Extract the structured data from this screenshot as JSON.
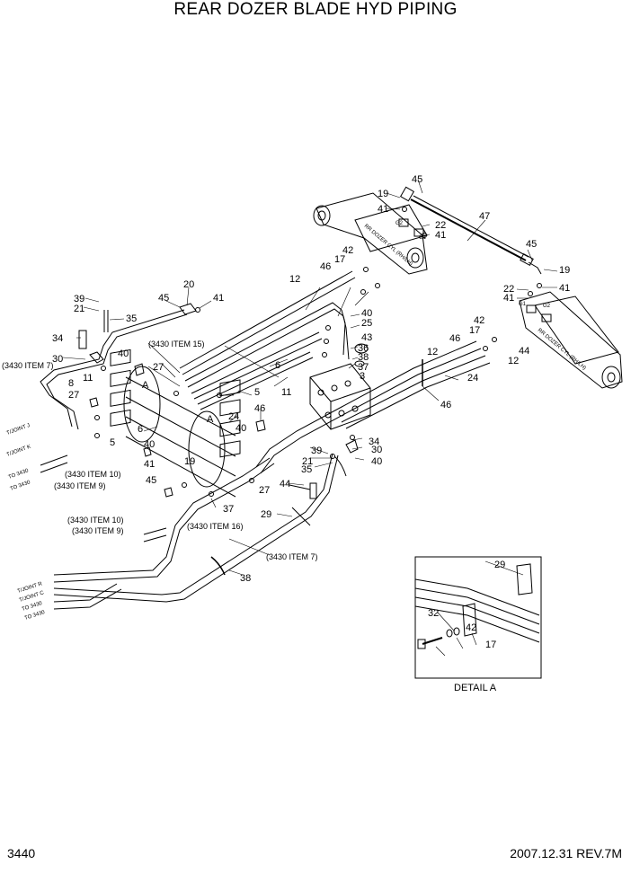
{
  "title": "REAR DOZER BLADE HYD PIPING",
  "footer": {
    "page_number": "3440",
    "revision": "2007.12.31  REV.7M"
  },
  "detail_label": "DETAIL  A",
  "cylinder_labels": {
    "left": "RR DOZER CYL (RH/LH)",
    "right": "RR DOZER CYL (RH/LH)"
  },
  "port_labels": {
    "g1": "G1",
    "g2": "G2"
  },
  "reference_notes": {
    "item15": "(3430 ITEM 15)",
    "item7": "(3430 ITEM 7)",
    "item10": "(3430 ITEM 10)",
    "item9": "(3430 ITEM 9)",
    "item16": "(3430 ITEM 16)",
    "to3430": "TO 3430"
  },
  "joint_labels": {
    "j": "T/JOINT J",
    "k": "T/JOINT K",
    "r": "T/JOINT R",
    "c": "T/JOINT C"
  },
  "section_markers": {
    "a": "A"
  },
  "callouts": [
    "45",
    "19",
    "41",
    "47",
    "22",
    "41",
    "45",
    "19",
    "41",
    "22",
    "41",
    "42",
    "17",
    "46",
    "12",
    "20",
    "41",
    "45",
    "39",
    "21",
    "35",
    "34",
    "30",
    "40",
    "25",
    "43",
    "36",
    "38",
    "37",
    "3",
    "12",
    "46",
    "17",
    "42",
    "12",
    "44",
    "24",
    "46",
    "40",
    "27",
    "11",
    "8",
    "11",
    "5",
    "6",
    "24",
    "6",
    "46",
    "40",
    "27",
    "5",
    "27",
    "40",
    "41",
    "19",
    "45",
    "39",
    "21",
    "35",
    "34",
    "30",
    "40",
    "44",
    "29",
    "37",
    "38",
    "29",
    "32",
    "42",
    "17"
  ]
}
